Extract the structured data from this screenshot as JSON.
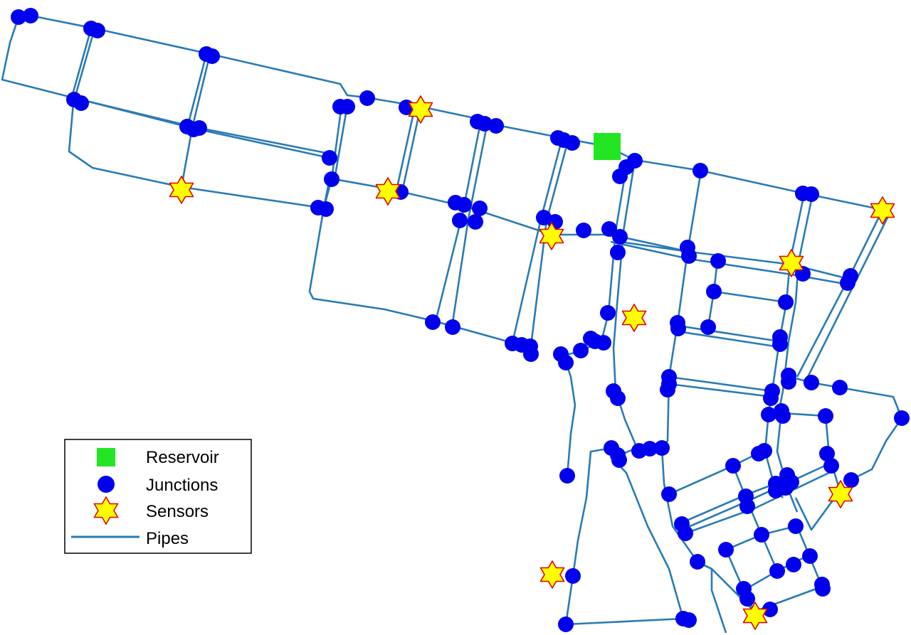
{
  "legend": {
    "reservoir_label": "Reservoir",
    "junctions_label": "Junctions",
    "sensors_label": "Sensors",
    "pipes_label": "Pipes"
  },
  "colors": {
    "pipe": "#2a7bb4",
    "junction": "#0000ee",
    "reservoir": "#22e622",
    "sensor_fill": "#ffff00",
    "sensor_stroke": "#e00000",
    "legend_border": "#000000"
  },
  "icons": {
    "reservoir": "green-square-icon",
    "junction": "blue-circle-icon",
    "sensor": "six-point-star-icon",
    "pipe": "line-segment-icon"
  },
  "network": {
    "pipes": [
      [
        [
          26,
          24
        ],
        [
          43,
          22
        ],
        [
          133,
          40
        ],
        [
          295,
          76
        ],
        [
          478,
          118
        ],
        [
          488,
          134
        ],
        [
          514,
          137
        ],
        [
          591,
          150
        ],
        [
          676,
          168
        ],
        [
          698,
          176
        ],
        [
          790,
          194
        ],
        [
          853,
          206
        ],
        [
          892,
          225
        ],
        [
          985,
          240
        ],
        [
          1130,
          272
        ],
        [
          1240,
          295
        ]
      ],
      [
        [
          26,
          24
        ],
        [
          14,
          60
        ],
        [
          3,
          112
        ],
        [
          113,
          140
        ],
        [
          270,
          180
        ],
        [
          463,
          222
        ]
      ],
      [
        [
          113,
          140
        ],
        [
          270,
          178
        ],
        [
          463,
          216
        ]
      ],
      [
        [
          133,
          40
        ],
        [
          103,
          145
        ],
        [
          97,
          213
        ],
        [
          130,
          236
        ],
        [
          255,
          263
        ],
        [
          450,
          292
        ]
      ],
      [
        [
          128,
          40
        ],
        [
          100,
          140
        ]
      ],
      [
        [
          295,
          76
        ],
        [
          270,
          180
        ]
      ],
      [
        [
          290,
          76
        ],
        [
          263,
          180
        ]
      ],
      [
        [
          270,
          180
        ],
        [
          255,
          263
        ]
      ],
      [
        [
          480,
          148
        ],
        [
          466,
          252
        ],
        [
          455,
          292
        ],
        [
          435,
          410
        ],
        [
          440,
          420
        ],
        [
          540,
          435
        ],
        [
          612,
          452
        ],
        [
          720,
          482
        ],
        [
          745,
          497
        ]
      ],
      [
        [
          488,
          148
        ],
        [
          470,
          252
        ]
      ],
      [
        [
          470,
          252
        ],
        [
          548,
          266
        ],
        [
          660,
          292
        ],
        [
          775,
          330
        ],
        [
          858,
          330
        ],
        [
          968,
          354
        ],
        [
          1112,
          372
        ],
        [
          1192,
          392
        ]
      ],
      [
        [
          455,
          292
        ],
        [
          463,
          252
        ]
      ],
      [
        [
          591,
          150
        ],
        [
          565,
          270
        ]
      ],
      [
        [
          583,
          150
        ],
        [
          557,
          268
        ]
      ],
      [
        [
          685,
          172
        ],
        [
          658,
          308
        ],
        [
          635,
          460
        ]
      ],
      [
        [
          676,
          168
        ],
        [
          650,
          300
        ],
        [
          612,
          452
        ]
      ],
      [
        [
          798,
          198
        ],
        [
          768,
          310
        ],
        [
          745,
          494
        ]
      ],
      [
        [
          790,
          194
        ],
        [
          760,
          308
        ],
        [
          720,
          482
        ]
      ],
      [
        [
          880,
          235
        ],
        [
          865,
          325
        ],
        [
          855,
          440
        ],
        [
          845,
          480
        ]
      ],
      [
        [
          892,
          225
        ],
        [
          876,
          325
        ],
        [
          866,
          440
        ]
      ],
      [
        [
          858,
          330
        ],
        [
          870,
          340
        ],
        [
          968,
          354
        ]
      ],
      [
        [
          858,
          340
        ],
        [
          968,
          364
        ],
        [
          1112,
          386
        ],
        [
          1192,
          400
        ]
      ],
      [
        [
          985,
          240
        ],
        [
          966,
          354
        ],
        [
          952,
          455
        ],
        [
          940,
          530
        ],
        [
          938,
          620
        ],
        [
          930,
          630
        ],
        [
          933,
          680
        ],
        [
          945,
          740
        ],
        [
          980,
          790
        ],
        [
          1000,
          800
        ]
      ],
      [
        [
          1130,
          272
        ],
        [
          1110,
          368
        ],
        [
          1105,
          425
        ],
        [
          1095,
          480
        ],
        [
          1085,
          550
        ],
        [
          1080,
          580
        ]
      ],
      [
        [
          1142,
          272
        ],
        [
          1122,
          368
        ],
        [
          1118,
          425
        ],
        [
          1108,
          480
        ],
        [
          1100,
          550
        ],
        [
          1095,
          575
        ]
      ],
      [
        [
          1240,
          295
        ],
        [
          1192,
          392
        ],
        [
          1120,
          530
        ]
      ],
      [
        [
          1250,
          300
        ],
        [
          1200,
          400
        ],
        [
          1130,
          540
        ]
      ],
      [
        [
          1008,
          367
        ],
        [
          1003,
          410
        ],
        [
          995,
          460
        ]
      ],
      [
        [
          1003,
          410
        ],
        [
          1105,
          425
        ]
      ],
      [
        [
          952,
          458
        ],
        [
          1095,
          480
        ]
      ],
      [
        [
          952,
          466
        ],
        [
          1095,
          488
        ]
      ],
      [
        [
          940,
          530
        ],
        [
          1085,
          550
        ]
      ],
      [
        [
          940,
          540
        ],
        [
          1085,
          558
        ]
      ],
      [
        [
          1110,
          530
        ],
        [
          1140,
          538
        ],
        [
          1180,
          545
        ],
        [
          1255,
          558
        ],
        [
          1267,
          588
        ],
        [
          1245,
          620
        ],
        [
          1225,
          660
        ],
        [
          1195,
          675
        ]
      ],
      [
        [
          1085,
          580
        ],
        [
          1160,
          585
        ],
        [
          1165,
          640
        ],
        [
          1180,
          690
        ],
        [
          1140,
          745
        ],
        [
          1118,
          700
        ]
      ],
      [
        [
          1080,
          580
        ],
        [
          1075,
          635
        ],
        [
          1090,
          690
        ],
        [
          1100,
          700
        ]
      ],
      [
        [
          1098,
          578
        ],
        [
          1092,
          635
        ],
        [
          1108,
          690
        ],
        [
          1120,
          720
        ]
      ],
      [
        [
          940,
          695
        ],
        [
          1030,
          655
        ],
        [
          1070,
          635
        ]
      ],
      [
        [
          958,
          735
        ],
        [
          1050,
          695
        ],
        [
          1090,
          680
        ]
      ],
      [
        [
          958,
          745
        ],
        [
          1050,
          705
        ],
        [
          1170,
          650
        ]
      ],
      [
        [
          963,
          750
        ],
        [
          1060,
          715
        ],
        [
          1175,
          660
        ]
      ],
      [
        [
          978,
          790
        ],
        [
          1000,
          800
        ],
        [
          1060,
          860
        ]
      ],
      [
        [
          1020,
          773
        ],
        [
          1045,
          830
        ],
        [
          1060,
          860
        ],
        [
          1155,
          825
        ],
        [
          1120,
          740
        ]
      ],
      [
        [
          1020,
          773
        ],
        [
          1070,
          752
        ],
        [
          1118,
          740
        ]
      ],
      [
        [
          1045,
          830
        ],
        [
          1092,
          803
        ],
        [
          1138,
          780
        ]
      ],
      [
        [
          1070,
          752
        ],
        [
          1092,
          803
        ]
      ],
      [
        [
          1030,
          655
        ],
        [
          1048,
          700
        ],
        [
          1070,
          752
        ]
      ],
      [
        [
          845,
          480
        ],
        [
          815,
          494
        ],
        [
          792,
          500
        ],
        [
          802,
          530
        ],
        [
          808,
          570
        ],
        [
          802,
          610
        ],
        [
          797,
          669
        ]
      ],
      [
        [
          866,
          440
        ],
        [
          862,
          490
        ],
        [
          865,
          550
        ],
        [
          878,
          590
        ],
        [
          895,
          630
        ],
        [
          930,
          630
        ]
      ],
      [
        [
          860,
          630
        ],
        [
          830,
          635
        ],
        [
          824,
          700
        ],
        [
          812,
          760
        ],
        [
          805,
          810
        ],
        [
          795,
          878
        ],
        [
          960,
          870
        ]
      ],
      [
        [
          866,
          650
        ],
        [
          880,
          665
        ],
        [
          910,
          740
        ],
        [
          940,
          800
        ],
        [
          960,
          870
        ]
      ],
      [
        [
          870,
          640
        ],
        [
          895,
          630
        ]
      ],
      [
        [
          1000,
          800
        ],
        [
          1000,
          830
        ],
        [
          1020,
          890
        ]
      ]
    ],
    "junctions": [
      [
        26,
        24
      ],
      [
        43,
        22
      ],
      [
        128,
        40
      ],
      [
        137,
        43
      ],
      [
        290,
        76
      ],
      [
        298,
        79
      ],
      [
        104,
        140
      ],
      [
        114,
        145
      ],
      [
        263,
        178
      ],
      [
        272,
        182
      ],
      [
        280,
        180
      ],
      [
        478,
        150
      ],
      [
        488,
        150
      ],
      [
        516,
        138
      ],
      [
        571,
        151
      ],
      [
        463,
        222
      ],
      [
        466,
        252
      ],
      [
        447,
        292
      ],
      [
        458,
        294
      ],
      [
        563,
        270
      ],
      [
        671,
        171
      ],
      [
        681,
        174
      ],
      [
        697,
        177
      ],
      [
        784,
        194
      ],
      [
        792,
        197
      ],
      [
        804,
        201
      ],
      [
        640,
        285
      ],
      [
        652,
        288
      ],
      [
        674,
        293
      ],
      [
        646,
        310
      ],
      [
        668,
        312
      ],
      [
        764,
        306
      ],
      [
        780,
        312
      ],
      [
        820,
        324
      ],
      [
        856,
        322
      ],
      [
        871,
        333
      ],
      [
        868,
        355
      ],
      [
        880,
        235
      ],
      [
        892,
        226
      ],
      [
        871,
        248
      ],
      [
        984,
        240
      ],
      [
        966,
        348
      ],
      [
        968,
        360
      ],
      [
        1128,
        272
      ],
      [
        1140,
        273
      ],
      [
        1009,
        367
      ],
      [
        1003,
        410
      ],
      [
        1104,
        425
      ],
      [
        1128,
        385
      ],
      [
        1195,
        388
      ],
      [
        1191,
        398
      ],
      [
        854,
        440
      ],
      [
        952,
        454
      ],
      [
        953,
        462
      ],
      [
        995,
        460
      ],
      [
        1096,
        474
      ],
      [
        1096,
        484
      ],
      [
        608,
        453
      ],
      [
        636,
        460
      ],
      [
        720,
        483
      ],
      [
        733,
        485
      ],
      [
        745,
        487
      ],
      [
        746,
        498
      ],
      [
        788,
        498
      ],
      [
        795,
        510
      ],
      [
        816,
        493
      ],
      [
        830,
        476
      ],
      [
        836,
        480
      ],
      [
        848,
        482
      ],
      [
        940,
        530
      ],
      [
        940,
        540
      ],
      [
        938,
        548
      ],
      [
        1108,
        528
      ],
      [
        1108,
        537
      ],
      [
        1140,
        538
      ],
      [
        1180,
        545
      ],
      [
        1085,
        550
      ],
      [
        1083,
        560
      ],
      [
        1080,
        583
      ],
      [
        1098,
        578
      ],
      [
        1100,
        585
      ],
      [
        1160,
        585
      ],
      [
        1267,
        588
      ],
      [
        862,
        550
      ],
      [
        868,
        560
      ],
      [
        859,
        630
      ],
      [
        868,
        640
      ],
      [
        870,
        647
      ],
      [
        898,
        634
      ],
      [
        913,
        631
      ],
      [
        930,
        630
      ],
      [
        1074,
        634
      ],
      [
        1066,
        638
      ],
      [
        1162,
        638
      ],
      [
        1168,
        655
      ],
      [
        1196,
        675
      ],
      [
        1030,
        655
      ],
      [
        1106,
        668
      ],
      [
        1090,
        680
      ],
      [
        1090,
        690
      ],
      [
        1104,
        686
      ],
      [
        1112,
        678
      ],
      [
        940,
        695
      ],
      [
        1048,
        698
      ],
      [
        1050,
        712
      ],
      [
        1118,
        740
      ],
      [
        958,
        737
      ],
      [
        963,
        750
      ],
      [
        1070,
        752
      ],
      [
        1020,
        773
      ],
      [
        980,
        790
      ],
      [
        1138,
        782
      ],
      [
        1092,
        803
      ],
      [
        1115,
        794
      ],
      [
        1155,
        822
      ],
      [
        1156,
        828
      ],
      [
        1045,
        828
      ],
      [
        1050,
        842
      ],
      [
        1082,
        857
      ],
      [
        797,
        669
      ],
      [
        805,
        810
      ],
      [
        795,
        878
      ],
      [
        960,
        870
      ],
      [
        968,
        872
      ]
    ],
    "sensors": [
      [
        591,
        154
      ],
      [
        255,
        267
      ],
      [
        545,
        269
      ],
      [
        775,
        332
      ],
      [
        891,
        447
      ],
      [
        1112,
        370
      ],
      [
        1240,
        296
      ],
      [
        1181,
        695
      ],
      [
        776,
        808
      ],
      [
        1061,
        866
      ]
    ],
    "reservoir": [
      853,
      206
    ]
  }
}
